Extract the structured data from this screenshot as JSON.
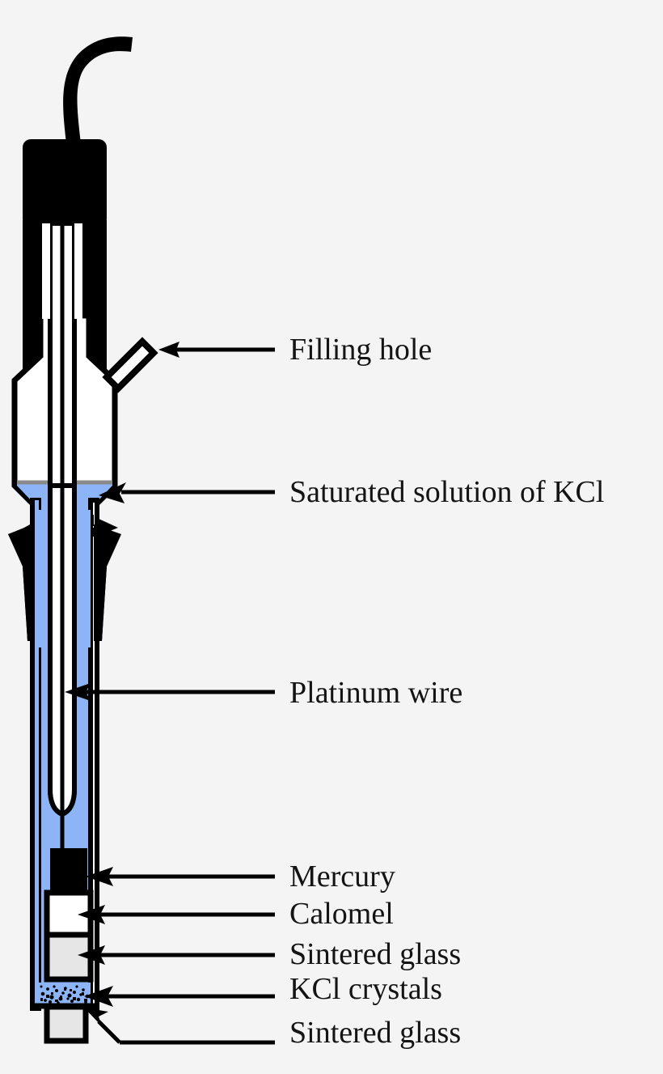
{
  "figure": {
    "title": "Calomel reference electrode cross-section",
    "background_color": "#f4f4f4",
    "outline_color": "#000000",
    "solution_color": "#8cb4f7",
    "glass_color": "#ffffff",
    "frit_color": "#e6e6e6",
    "mercury_color": "#000000",
    "cap_color": "#000000"
  },
  "labels": {
    "filling_hole": "Filling hole",
    "saturated_solution": "Saturated solution of KCl",
    "platinum_wire": "Platinum wire",
    "mercury": "Mercury",
    "calomel": "Calomel",
    "sintered_glass_upper": "Sintered glass",
    "kcl_crystals": "KCl crystals",
    "sintered_glass_lower": "Sintered glass"
  },
  "parts": {
    "cable": "cable",
    "cap": "electrode-cap",
    "outer_tube": "outer-glass-tube",
    "inner_tube": "inner-glass-tube",
    "wire": "platinum-wire",
    "upper_body": "upper-glass-body",
    "spout": "filling-hole-spout",
    "collar": "rubber-collar",
    "mercury_plug": "mercury-plug",
    "calomel_paste": "calomel-paste",
    "frit_upper": "upper-sintered-glass-frit",
    "crystal_bed": "kcl-crystal-bed",
    "frit_lower": "lower-sintered-glass-frit"
  }
}
